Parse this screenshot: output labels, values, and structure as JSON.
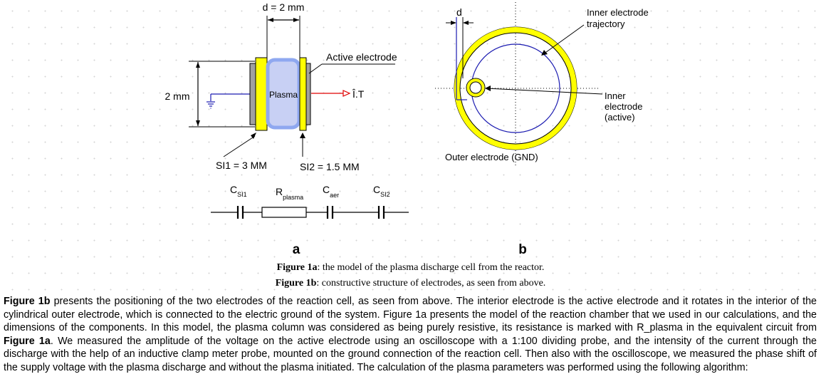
{
  "figure_a": {
    "dim_d": "d = 2 mm",
    "dim_height": "2 mm",
    "active_electrode_label": "Active electrode",
    "plasma_label": "Plasma",
    "output_label": "Î.T",
    "si1_label": "SI1 = 3 MM",
    "si2_label": "SI2 = 1.5 MM",
    "circuit": {
      "c_si1": {
        "main": "C",
        "sub": "SI1"
      },
      "r_plasma": {
        "main": "R",
        "sub": "plasma"
      },
      "c_aer": {
        "main": "C",
        "sub": "aer"
      },
      "c_si2": {
        "main": "C",
        "sub": "SI2"
      }
    },
    "panel_letter": "a"
  },
  "figure_b": {
    "d_label": "d",
    "inner_trajectory_label_1": "Inner electrode",
    "inner_trajectory_label_2": "trajectory",
    "inner_label_1": "Inner",
    "inner_label_2": "electrode",
    "inner_label_3": "(active)",
    "outer_label": "Outer electrode (GND)",
    "panel_letter": "b"
  },
  "captions": {
    "fig1a_bold": "Figure 1a",
    "fig1a_text": ": the model of the plasma discharge cell from the reactor.",
    "fig1b_bold": "Figure 1b",
    "fig1b_text": ": constructive structure of electrodes, as seen from above."
  },
  "paragraph": {
    "lead_bold": "Figure 1b",
    "text_1": " presents the positioning of the two electrodes of the reaction cell, as seen from above. The interior electrode is the active electrode and it rotates in the interior of the cylindrical outer electrode, which is connected to the electric ground of the system. Figure 1a presents the model of the reaction chamber that we used in our calculations, and the dimensions of the components. In this model, the plasma column was considered as being purely resistive, its resistance is marked with R_plasma in the equivalent circuit from ",
    "mid_bold": "Figure 1a",
    "text_2": ". We measured the amplitude of the voltage on the active electrode using an oscilloscope with a 1:100 dividing probe, and the intensity of the current through the discharge with the help of an inductive clamp meter probe, mounted on the ground connection of the reaction cell. Then also with the oscilloscope, we measured the phase shift of the supply voltage with the plasma discharge and without the plasma initiated. The calculation of the plasma parameters was performed using the following algorithm:"
  },
  "colors": {
    "electrode_yellow": "#ffff00",
    "insulator_gray": "#a0a0a0",
    "plasma_blue": "#8fa8f0",
    "plasma_fill": "#c8d0f4",
    "trajectory_blue": "#1a1ab0",
    "signal_red": "#e00000"
  }
}
